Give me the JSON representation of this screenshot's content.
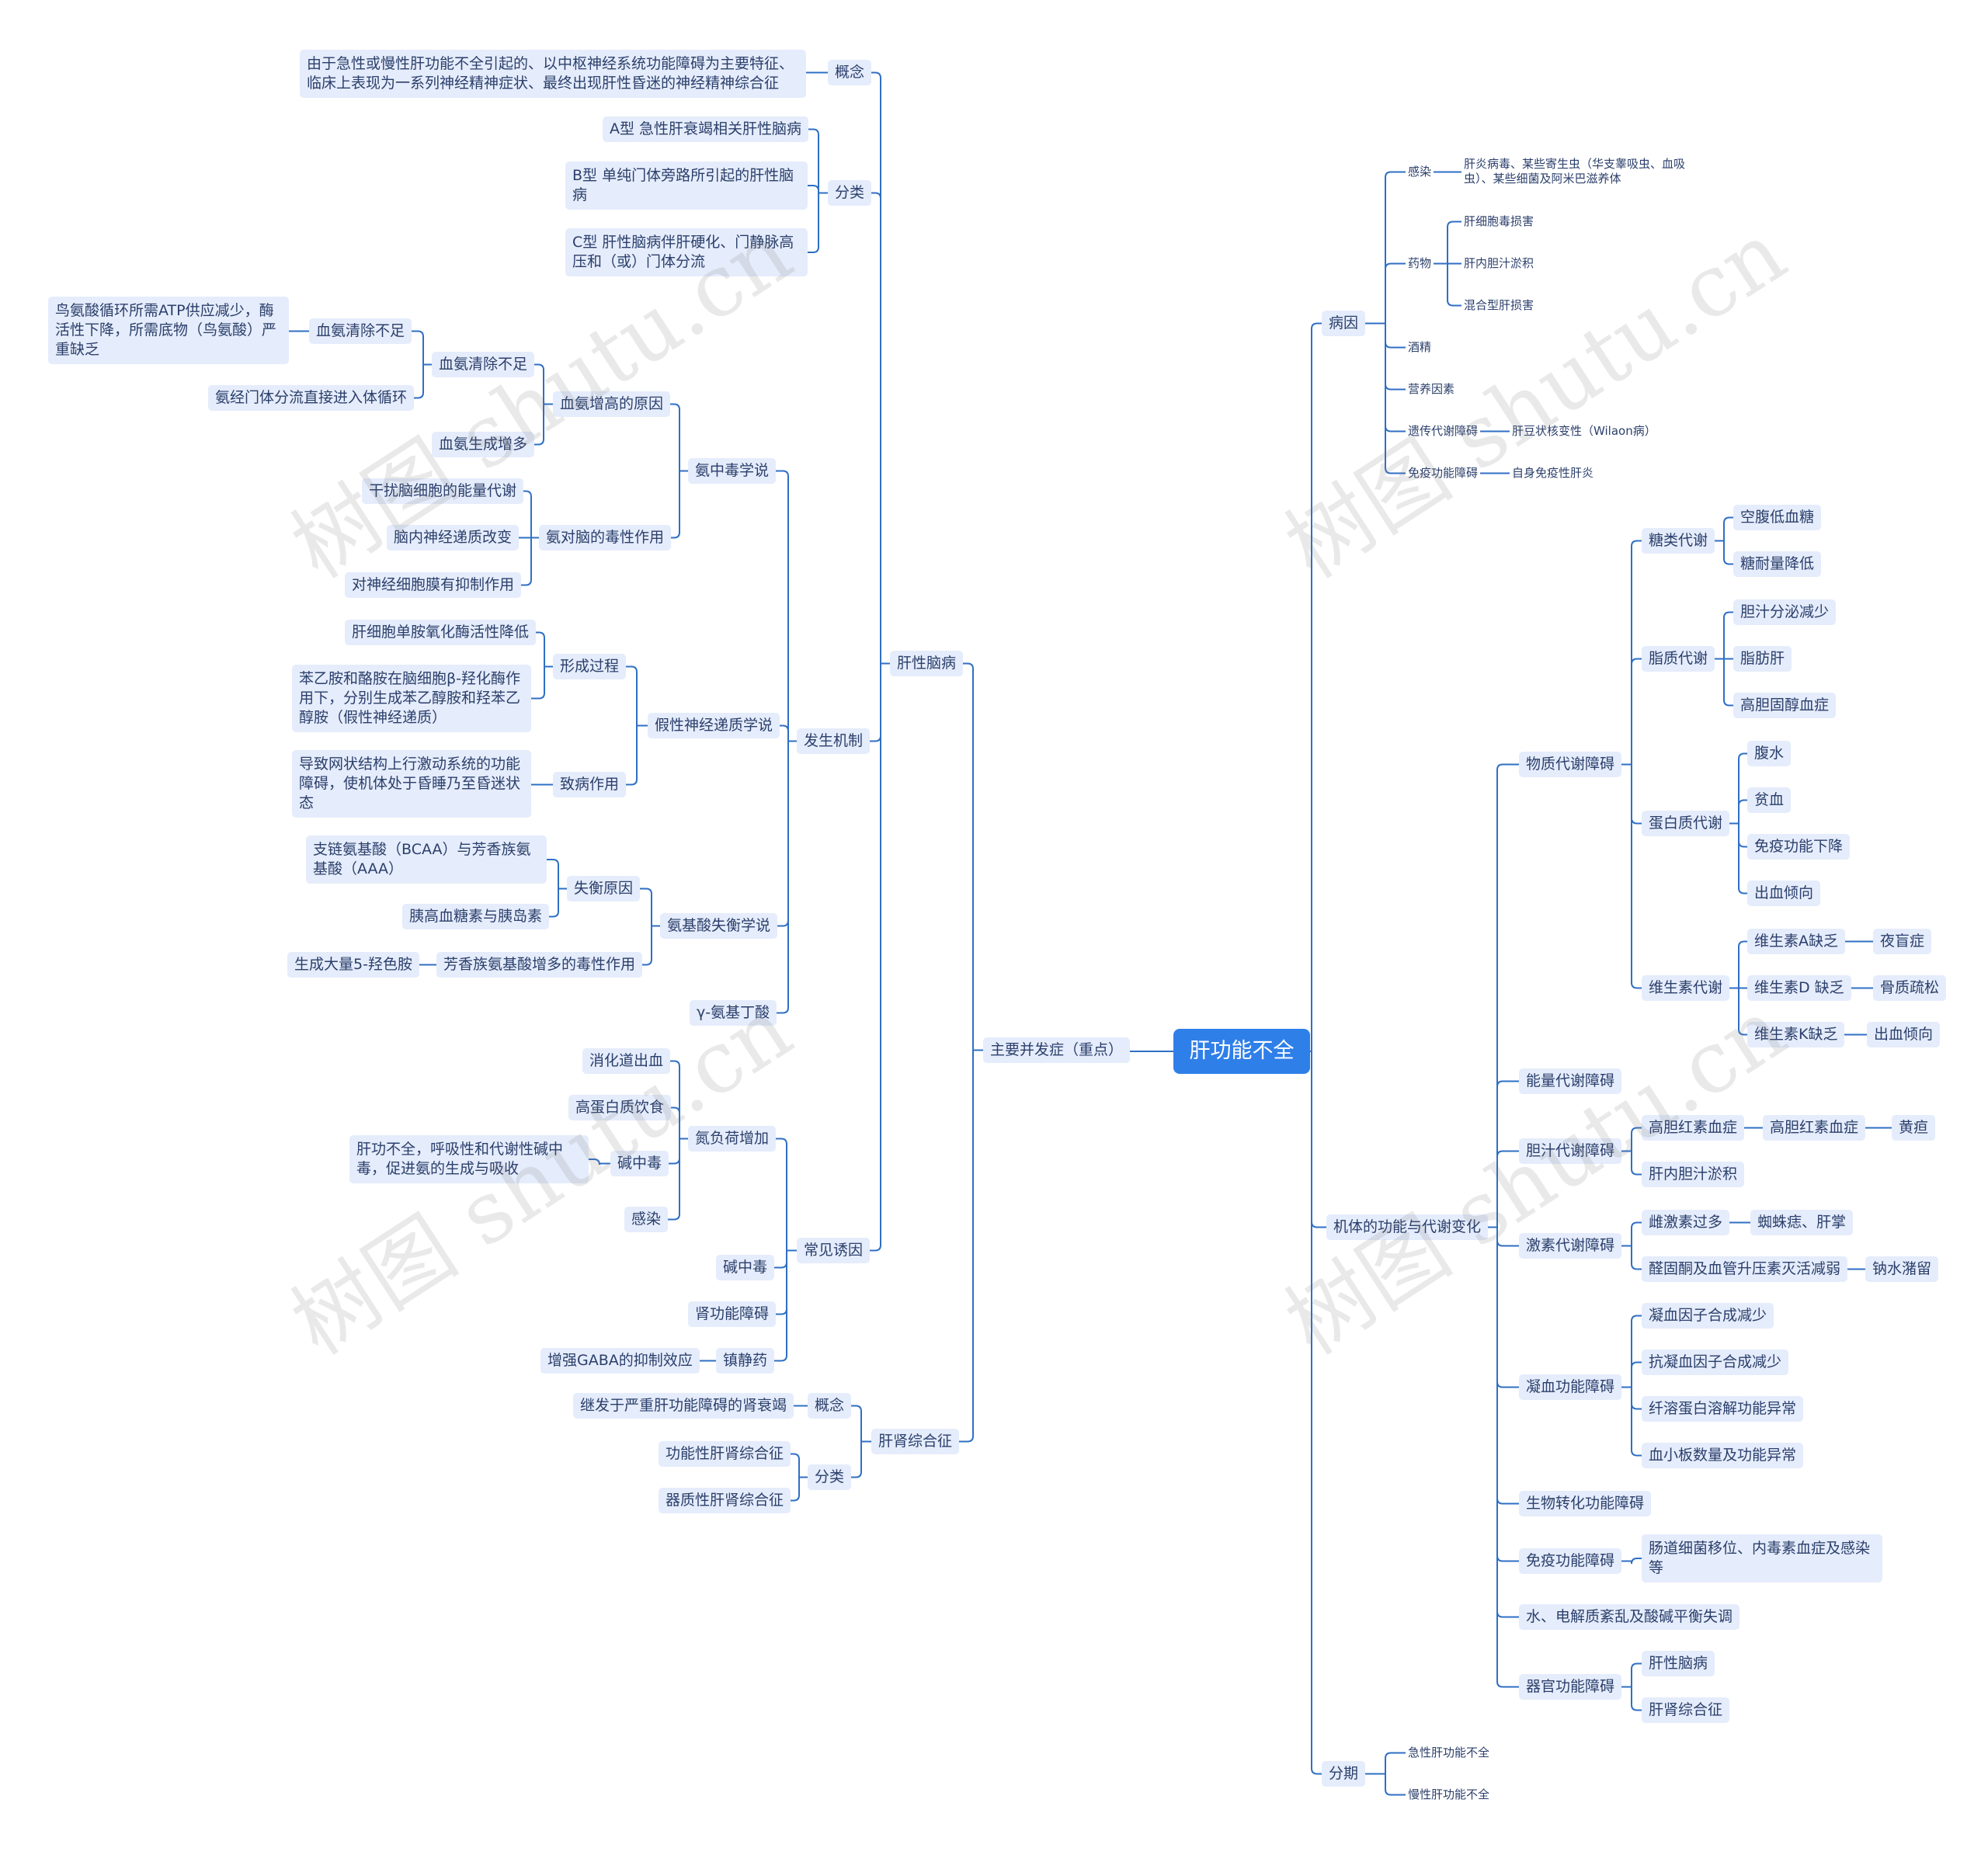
{
  "root": "肝功能不全",
  "left": {
    "main": "主要并发症（重点）",
    "he": {
      "label": "肝性脑病",
      "concept": {
        "label": "概念",
        "text": "由于急性或慢性肝功能不全引起的、以中枢神经系统功能障碍为主要特征、临床上表现为一系列神经精神症状、最终出现肝性昏迷的神经精神综合征"
      },
      "classify": {
        "label": "分类",
        "a": "A型 急性肝衰竭相关肝性脑病",
        "b": "B型 单纯门体旁路所引起的肝性脑病",
        "c": "C型 肝性脑病伴肝硬化、门静脉高压和（或）门体分流"
      },
      "mech": {
        "label": "发生机制",
        "ammonia": {
          "label": "氨中毒学说",
          "rise": {
            "label": "血氨增高的原因",
            "clear": {
              "label": "血氨清除不足",
              "c1": "血氨清除不足",
              "c1_detail": "鸟氨酸循环所需ATP供应减少，酶活性下降，所需底物（鸟氨酸）严重缺乏",
              "c2": "氨经门体分流直接进入体循环"
            },
            "more": "血氨生成增多"
          },
          "toxic": {
            "label": "氨对脑的毒性作用",
            "t1": "干扰脑细胞的能量代谢",
            "t2": "脑内神经递质改变",
            "t3": "对神经细胞膜有抑制作用"
          }
        },
        "false": {
          "label": "假性神经递质学说",
          "form": {
            "label": "形成过程",
            "f1": "肝细胞单胺氧化酶活性降低",
            "f2": "苯乙胺和酪胺在脑细胞β-羟化酶作用下，分别生成苯乙醇胺和羟苯乙醇胺（假性神经递质）"
          },
          "effect": {
            "label": "致病作用",
            "e1": "导致网状结构上行激动系统的功能障碍，使机体处于昏睡乃至昏迷状态"
          }
        },
        "amino": {
          "label": "氨基酸失衡学说",
          "cause": {
            "label": "失衡原因",
            "a1": "支链氨基酸（BCAA）与芳香族氨基酸（AAA）",
            "a2": "胰高血糖素与胰岛素"
          },
          "aro": {
            "label": "芳香族氨基酸增多的毒性作用",
            "r1": "生成大量5-羟色胺"
          }
        },
        "gaba": "γ-氨基丁酸"
      },
      "trigger": {
        "label": "常见诱因",
        "nitro": {
          "label": "氮负荷增加",
          "n1": "消化道出血",
          "n2": "高蛋白质饮食",
          "n3": "碱中毒",
          "n3_detail": "肝功不全，呼吸性和代谢性碱中毒，促进氨的生成与吸收",
          "n4": "感染"
        },
        "alk": "碱中毒",
        "renal": "肾功能障碍",
        "sed": {
          "label": "镇静药",
          "s1": "增强GABA的抑制效应"
        }
      }
    },
    "hrs": {
      "label": "肝肾综合征",
      "concept": {
        "label": "概念",
        "text": "继发于严重肝功能障碍的肾衰竭"
      },
      "classify": {
        "label": "分类",
        "a": "功能性肝肾综合征",
        "b": "器质性肝肾综合征"
      }
    }
  },
  "right": {
    "cause": {
      "label": "病因",
      "infect": {
        "label": "感染",
        "text": "肝炎病毒、某些寄生虫（华支睾吸虫、血吸虫）、某些细菌及阿米巴滋养体"
      },
      "drug": {
        "label": "药物",
        "d1": "肝细胞毒损害",
        "d2": "肝内胆汁淤积",
        "d3": "混合型肝损害"
      },
      "alcohol": "酒精",
      "nutri": "营养因素",
      "genetic": {
        "label": "遗传代谢障碍",
        "text": "肝豆状核变性（Wilaon病）"
      },
      "immune": {
        "label": "免疫功能障碍",
        "text": "自身免疫性肝炎"
      }
    },
    "func": {
      "label": "机体的功能与代谢变化",
      "metab": {
        "label": "物质代谢障碍",
        "sugar": {
          "label": "糖类代谢",
          "s1": "空腹低血糖",
          "s2": "糖耐量降低"
        },
        "lipid": {
          "label": "脂质代谢",
          "l1": "胆汁分泌减少",
          "l2": "脂肪肝",
          "l3": "高胆固醇血症"
        },
        "protein": {
          "label": "蛋白质代谢",
          "p1": "腹水",
          "p2": "贫血",
          "p3": "免疫功能下降",
          "p4": "出血倾向"
        },
        "vit": {
          "label": "维生素代谢",
          "va": "维生素A缺乏",
          "va_r": "夜盲症",
          "vd": "维生素D 缺乏",
          "vd_r": "骨质疏松",
          "vk": "维生素K缺乏",
          "vk_r": "出血倾向"
        }
      },
      "energy": "能量代谢障碍",
      "bile": {
        "label": "胆汁代谢障碍",
        "b1": "高胆红素血症",
        "b1a": "高胆红素血症",
        "b1b": "黄疸",
        "b2": "肝内胆汁淤积"
      },
      "hormone": {
        "label": "激素代谢障碍",
        "h1": "雌激素过多",
        "h1a": "蜘蛛痣、肝掌",
        "h2": "醛固酮及血管升压素灭活减弱",
        "h2a": "钠水潴留"
      },
      "coag": {
        "label": "凝血功能障碍",
        "c1": "凝血因子合成减少",
        "c2": "抗凝血因子合成减少",
        "c3": "纤溶蛋白溶解功能异常",
        "c4": "血小板数量及功能异常"
      },
      "bio": "生物转化功能障碍",
      "immune": {
        "label": "免疫功能障碍",
        "text": "肠道细菌移位、内毒素血症及感染等"
      },
      "water": "水、电解质紊乱及酸碱平衡失调",
      "organ": {
        "label": "器官功能障碍",
        "o1": "肝性脑病",
        "o2": "肝肾综合征"
      }
    },
    "stage": {
      "label": "分期",
      "s1": "急性肝功能不全",
      "s2": "慢性肝功能不全"
    }
  },
  "watermark": "树图 shutu.cn",
  "colors": {
    "root": "#2f7fe9",
    "node_bg": "#e5ecfb",
    "line": "#2f6fc4",
    "text": "#2b3f6b"
  }
}
